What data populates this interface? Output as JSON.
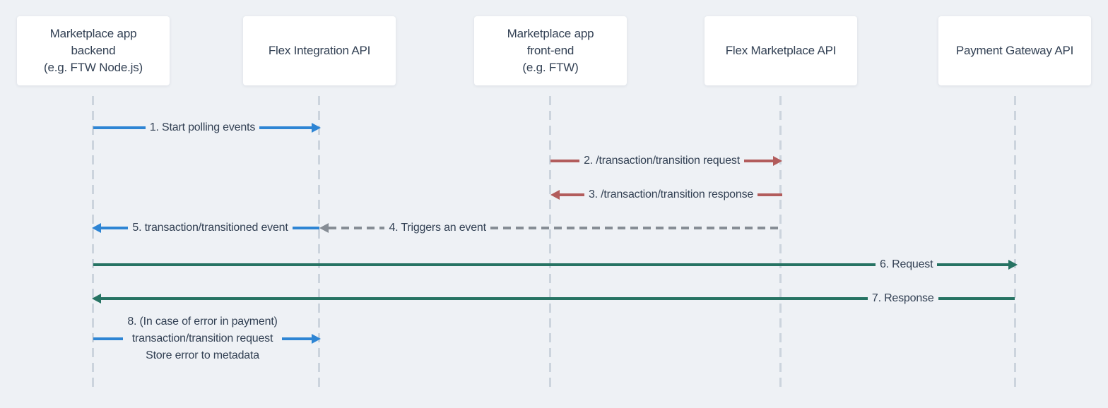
{
  "diagram": {
    "type": "sequence-diagram",
    "description": "Payment flow between marketplace app and Flex APIs",
    "colors": {
      "background": "#eef1f5",
      "participant_box_fill": "#ffffff",
      "text": "#334154",
      "lifeline": "#ccd4dd",
      "message_blue": "#2e85d4",
      "message_red": "#b25c5c",
      "message_green": "#267363",
      "message_gray_dashed": "#868d95"
    },
    "participants": [
      {
        "id": "backend",
        "label": "Marketplace app\nbackend\n(e.g. FTW Node.js)"
      },
      {
        "id": "integration",
        "label": "Flex Integration API"
      },
      {
        "id": "frontend",
        "label": "Marketplace app\nfront-end\n(e.g. FTW)"
      },
      {
        "id": "marketplace",
        "label": "Flex Marketplace API"
      },
      {
        "id": "gateway",
        "label": "Payment Gateway API"
      }
    ],
    "messages": [
      {
        "label": "1. Start polling events",
        "from": "backend",
        "to": "integration",
        "color": "#2e85d4",
        "line": "solid",
        "arrow": "right"
      },
      {
        "label": "2. /transaction/transition request",
        "from": "frontend",
        "to": "marketplace",
        "color": "#b25c5c",
        "line": "solid",
        "arrow": "right"
      },
      {
        "label": "3. /transaction/transition response",
        "from": "marketplace",
        "to": "frontend",
        "color": "#b25c5c",
        "line": "solid",
        "arrow": "left"
      },
      {
        "label": "4. Triggers an event",
        "from": "marketplace",
        "to": "integration",
        "color": "#868d95",
        "line": "dashed",
        "arrow": "left"
      },
      {
        "label": "5. transaction/transitioned event",
        "from": "integration",
        "to": "backend",
        "color": "#2e85d4",
        "line": "solid",
        "arrow": "left"
      },
      {
        "label": "6. Request",
        "from": "backend",
        "to": "gateway",
        "color": "#267363",
        "line": "solid",
        "arrow": "right"
      },
      {
        "label": "7. Response",
        "from": "gateway",
        "to": "backend",
        "color": "#267363",
        "line": "solid",
        "arrow": "left"
      },
      {
        "label": "8. (In case of error in payment)\ntransaction/transition request\nStore error to metadata",
        "from": "backend",
        "to": "integration",
        "color": "#2e85d4",
        "line": "solid",
        "arrow": "right"
      }
    ]
  }
}
